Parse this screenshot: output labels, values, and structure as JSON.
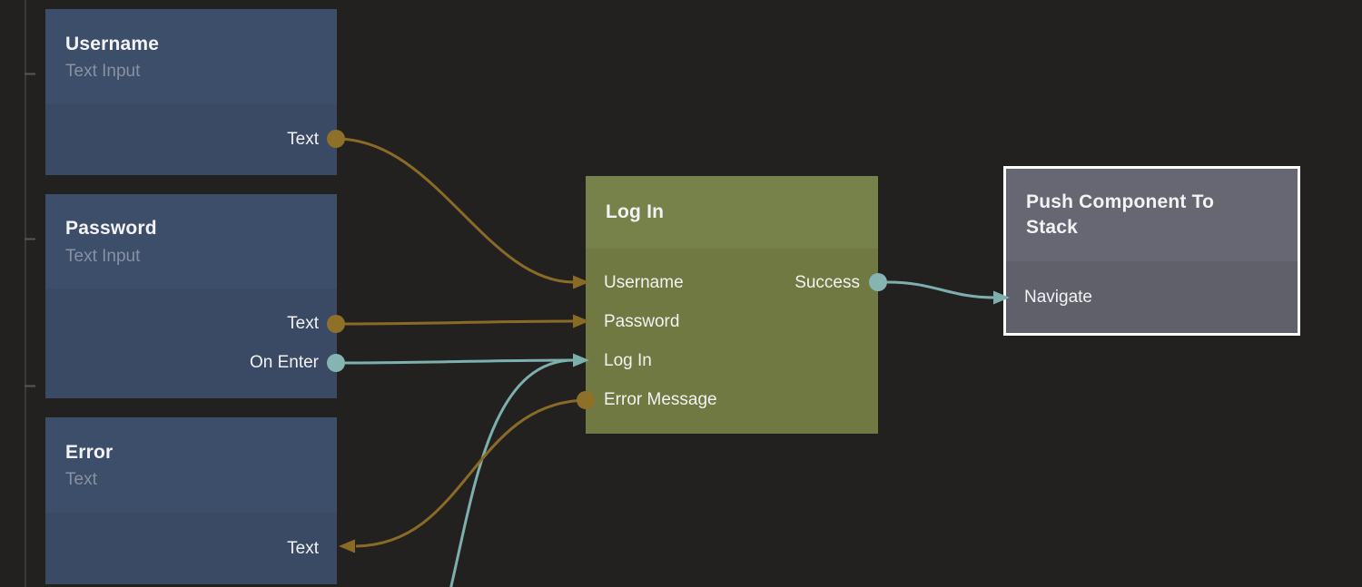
{
  "colors": {
    "background": "#232120",
    "wire_gold": "#8a6b26",
    "wire_teal": "#7cb0ad",
    "port_gold": "#8f7029",
    "port_teal": "#85b4b2",
    "node_blue_header": "#3d4e6b",
    "node_blue_body": "#3a4a64",
    "node_olive_header": "#77814a",
    "node_olive_body": "#6f7941",
    "node_gray_header": "#666772",
    "node_gray_body": "#5f6069",
    "selection_border": "#ffffff",
    "guide_line": "#393939",
    "guide_tick": "#565656"
  },
  "nodes": {
    "username": {
      "title": "Username",
      "subtitle": "Text Input",
      "ports": {
        "text": "Text"
      }
    },
    "password": {
      "title": "Password",
      "subtitle": "Text Input",
      "ports": {
        "text": "Text",
        "on_enter": "On Enter"
      }
    },
    "error": {
      "title": "Error",
      "subtitle": "Text",
      "ports": {
        "text": "Text"
      }
    },
    "login": {
      "title": "Log In",
      "ports": {
        "username": "Username",
        "password": "Password",
        "login": "Log In",
        "error_message": "Error Message",
        "success": "Success"
      }
    },
    "push": {
      "title": "Push Component To Stack",
      "selected": true,
      "ports": {
        "navigate": "Navigate"
      }
    }
  }
}
